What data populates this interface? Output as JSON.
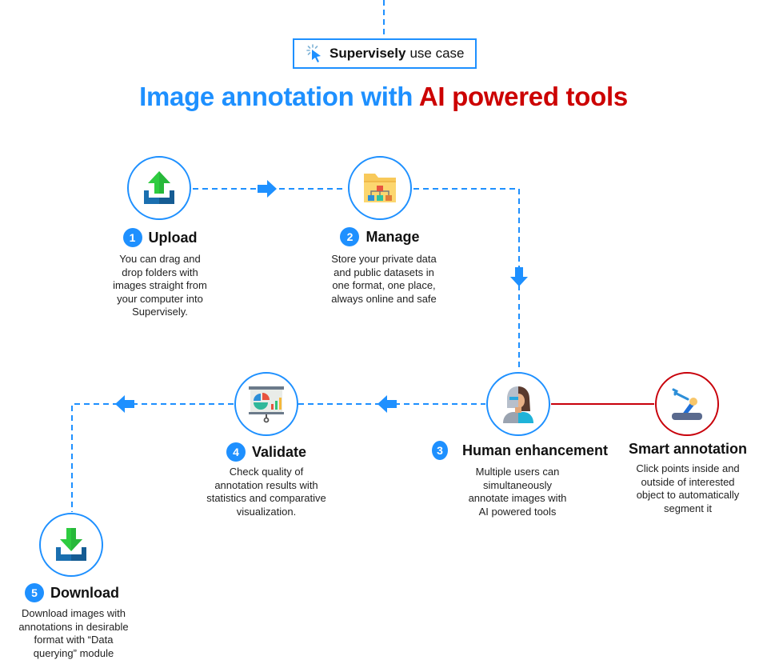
{
  "badge": {
    "icon": "cursor-click-icon",
    "brand": "Supervisely",
    "rest": "use case"
  },
  "headline": {
    "part1": "Image annotation with",
    "part2": "AI powered tools",
    "part1_color": "#1e90ff",
    "part2_color": "#cc0000"
  },
  "colors": {
    "flow": "#1e90ff",
    "smart_link": "#c8000a"
  },
  "steps": [
    {
      "number": "1",
      "title": "Upload",
      "icon": "upload-tray-icon",
      "description": [
        "You can drag and",
        "drop folders with",
        "images straight from",
        "your computer into",
        "Supervisely."
      ]
    },
    {
      "number": "2",
      "title": "Manage",
      "icon": "folder-hierarchy-icon",
      "description": [
        "Store your private data",
        "and public datasets in",
        "one format, one place,",
        "always online and safe"
      ]
    },
    {
      "number": "3",
      "title": "Human enhancement",
      "icon": "human-robot-icon",
      "description": [
        "Multiple users can",
        "simultaneously",
        "annotate images with",
        "AI powered tools"
      ]
    },
    {
      "number": "4",
      "title": "Validate",
      "icon": "presentation-chart-icon",
      "description": [
        "Check quality of",
        "annotation results with",
        "statistics and comparative",
        "visualization."
      ]
    },
    {
      "number": "5",
      "title": "Download",
      "icon": "download-tray-icon",
      "description": [
        "Download images with",
        "annotations in desirable",
        "format with “Data",
        "querying” module"
      ]
    }
  ],
  "smart_annotation": {
    "title": "Smart annotation",
    "icon": "robotic-arm-icon",
    "description": [
      "Click points inside and",
      "outside of interested",
      "object to automatically",
      "segment it"
    ]
  }
}
